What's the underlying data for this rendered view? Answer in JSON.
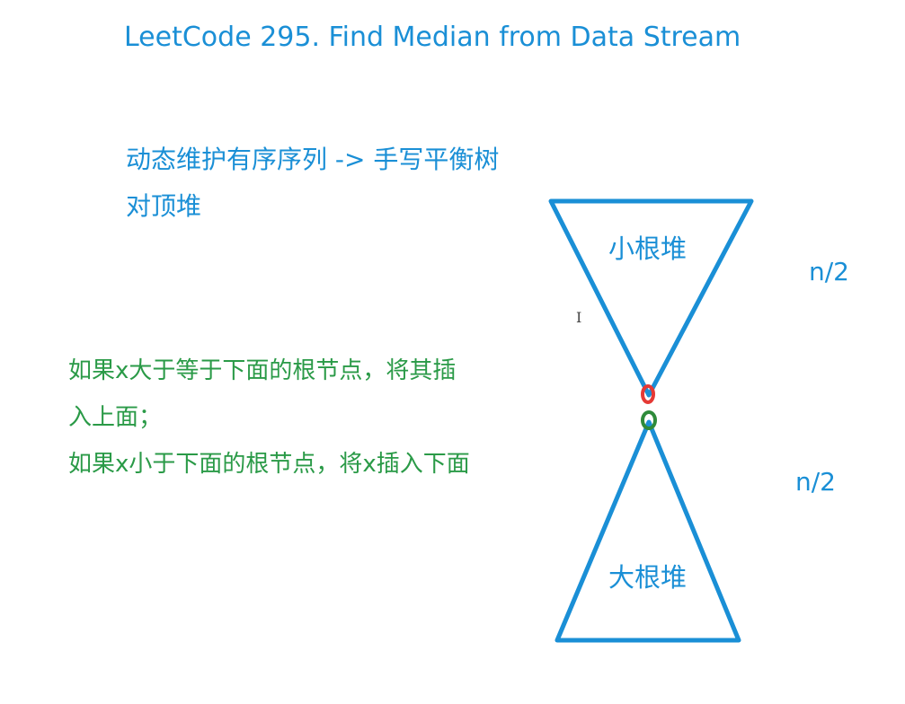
{
  "title": "LeetCode 295. Find Median from Data Stream",
  "notes_blue": [
    "动态维护有序序列 -> 手写平衡树",
    "对顶堆"
  ],
  "notes_green": [
    "如果x大于等于下面的根节点，将其插",
    "入上面；",
    "如果x小于下面的根节点，将x插入下面"
  ],
  "diagram": {
    "top_heap_label": "小根堆",
    "bottom_heap_label": "大根堆",
    "top_size_label": "n/2",
    "bottom_size_label": "n/2",
    "colors": {
      "outline": "#1a8fd6",
      "top_root_marker": "#e53935",
      "bottom_root_marker": "#2e8b3a",
      "text_blue": "#1a8fd6",
      "text_green": "#2a9a47"
    }
  },
  "cursor_icon": "I"
}
